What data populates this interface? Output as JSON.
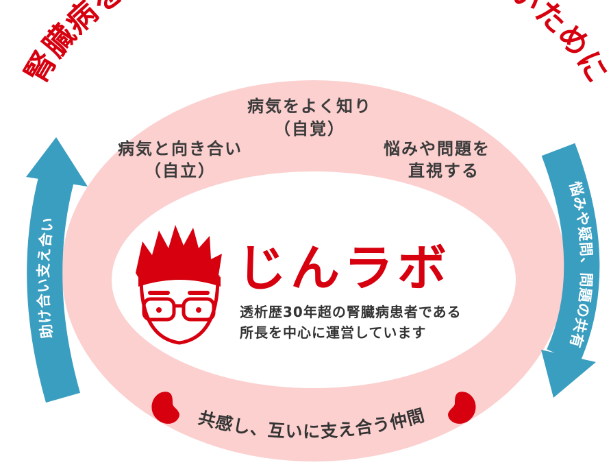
{
  "headline": "腎臓病を進行させない・透析にならないために",
  "goals": {
    "top": [
      "病気をよく知り",
      "（自覚）"
    ],
    "left": [
      "病気と向き合い",
      "（自立）"
    ],
    "right": [
      "悩みや問題を",
      "直視する"
    ]
  },
  "center": {
    "brand": "じんラボ",
    "tagline": [
      "透析歴30年超の腎臓病患者である",
      "所長を中心に運営しています"
    ]
  },
  "side_arrows": {
    "left": "助け合い支え合い",
    "right": "悩みや疑問、問題の共有"
  },
  "bottom_caption": "共感し、互いに支え合う仲間",
  "icons": {
    "mascot": "spiky-haired-face-icon",
    "kidney": "kidney-icon"
  },
  "colors": {
    "ring": "#fbd0cf",
    "accent": "#d7000f",
    "arrow": "#3a9ec0",
    "text": "#333333"
  }
}
